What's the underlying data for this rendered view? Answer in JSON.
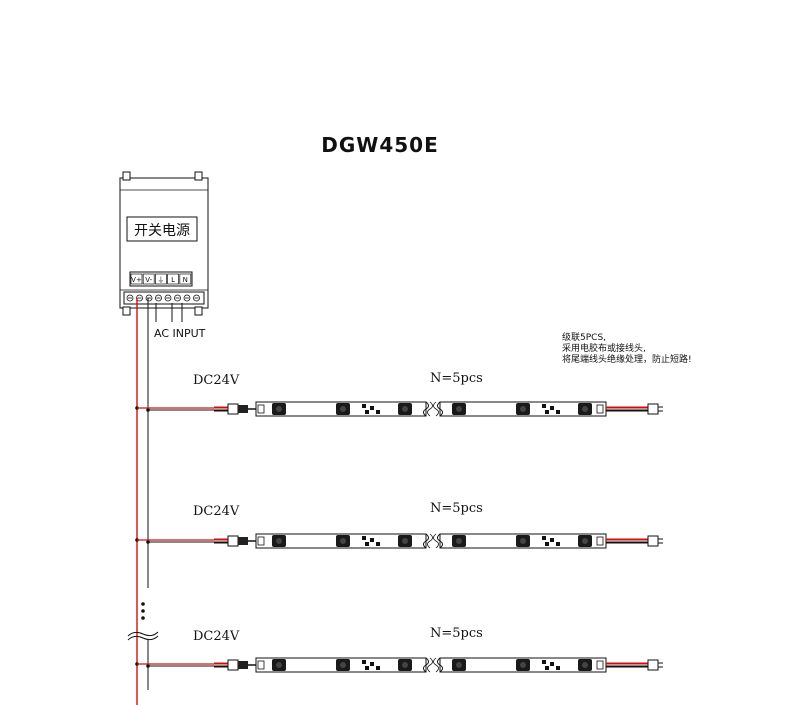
{
  "title": "DGW450E",
  "psu": {
    "label": "开关电源",
    "terminals": [
      "V+",
      "V-",
      "⏚",
      "L",
      "N"
    ],
    "input_label": "AC  INPUT"
  },
  "note": {
    "line1": "级联5PCS,",
    "line2": "采用电胶布或接线头,",
    "line3": "将尾端线头绝缘处理，防止短路!"
  },
  "strips": [
    {
      "voltage": "DC24V",
      "count": "N=5pcs"
    },
    {
      "voltage": "DC24V",
      "count": "N=5pcs"
    },
    {
      "voltage": "DC24V",
      "count": "N=5pcs"
    }
  ],
  "colors": {
    "red_wire": "#d01010",
    "line": "#111111",
    "chip": "#1a1a1a",
    "connector": "#222222"
  }
}
